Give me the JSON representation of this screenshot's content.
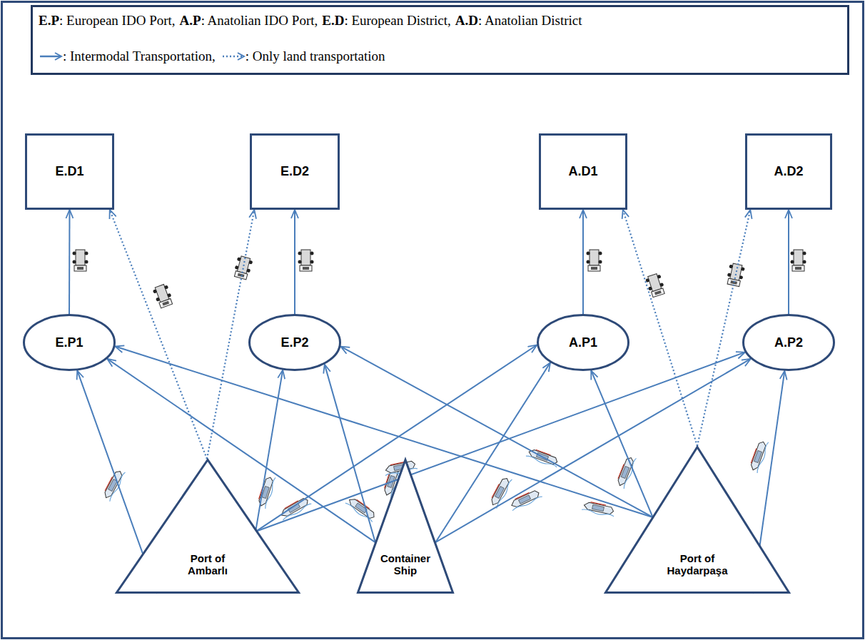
{
  "diagram": {
    "nodes": [
      {
        "text": [
          "E.D1"
        ]
      },
      {
        "text": [
          "E.D2"
        ]
      },
      {
        "text": [
          "A.D1"
        ]
      },
      {
        "text": [
          "A.D2"
        ]
      },
      {
        "text": [
          "E.P1"
        ]
      },
      {
        "text": [
          "E.P2"
        ]
      },
      {
        "text": [
          "A.P1"
        ]
      },
      {
        "text": [
          "A.P2"
        ]
      },
      {
        "text": [
          "Port of Ambarlı"
        ]
      },
      {
        "text": [
          "Container Ship"
        ]
      },
      {
        "text": [
          "Port of Haydarpaşa"
        ]
      }
    ],
    "edges": [
      {
        "from": 4,
        "to": 0,
        "arrow": "to"
      },
      {
        "from": 5,
        "to": 1,
        "arrow": "to"
      },
      {
        "from": 6,
        "to": 2,
        "arrow": "to"
      },
      {
        "from": 7,
        "to": 3,
        "arrow": "to"
      },
      {
        "from": 8,
        "to": 0,
        "arrow": "to"
      },
      {
        "from": 8,
        "to": 1,
        "arrow": "to"
      },
      {
        "from": 10,
        "to": 2,
        "arrow": "to"
      },
      {
        "from": 10,
        "to": 3,
        "arrow": "to"
      },
      {
        "from": 8,
        "to": 4,
        "arrow": "to"
      },
      {
        "from": 8,
        "to": 5,
        "arrow": "to"
      },
      {
        "from": 8,
        "to": 6,
        "arrow": "to"
      },
      {
        "from": 8,
        "to": 7,
        "arrow": "to"
      },
      {
        "from": 9,
        "to": 4,
        "arrow": "to"
      },
      {
        "from": 9,
        "to": 5,
        "arrow": "to"
      },
      {
        "from": 9,
        "to": 6,
        "arrow": "to"
      },
      {
        "from": 9,
        "to": 7,
        "arrow": "to"
      },
      {
        "from": 10,
        "to": 4,
        "arrow": "to"
      },
      {
        "from": 10,
        "to": 5,
        "arrow": "to"
      },
      {
        "from": 10,
        "to": 6,
        "arrow": "to"
      },
      {
        "from": 10,
        "to": 7,
        "arrow": "to"
      }
    ],
    "labels": [
      "E.P",
      ": European IDO Port,",
      "A.P",
      ": Anatolian IDO Port,",
      "E.D",
      ": European District,",
      "A.D",
      ": Anatolian District"
    ],
    "legend": [
      {
        "text": ": Intermodal Transportation,"
      },
      {
        "text": ": Only land transportation"
      }
    ]
  }
}
